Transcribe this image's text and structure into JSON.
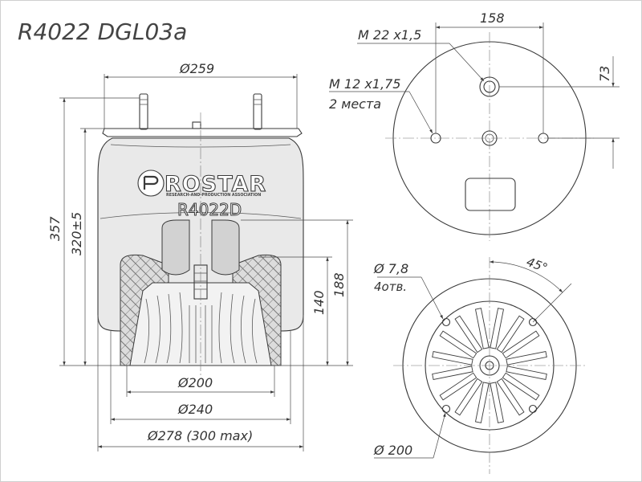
{
  "title": "R4022 DGL03a",
  "brand": {
    "name": "ROSTAR",
    "tagline": "RESEARCH-AND-PRODUCTION ASSOCIATION",
    "model": "R4022D"
  },
  "side_view": {
    "top_diameter": "Ø259",
    "total_height": "357",
    "working_height": "320±5",
    "piston_height_188": "188",
    "piston_height_140": "140",
    "diam_200": "Ø200",
    "diam_240": "Ø240",
    "diam_278": "Ø278 (300 max)"
  },
  "top_view": {
    "dim_158": "158",
    "dim_73": "73",
    "thread_m22": "M 22 x1,5",
    "thread_m12": "M 12 x1,75",
    "thread_m12_qty": "2 места"
  },
  "bottom_view": {
    "hole_diam": "Ø 7,8",
    "hole_qty": "4отв.",
    "angle": "45°",
    "bolt_circle": "Ø 200"
  }
}
